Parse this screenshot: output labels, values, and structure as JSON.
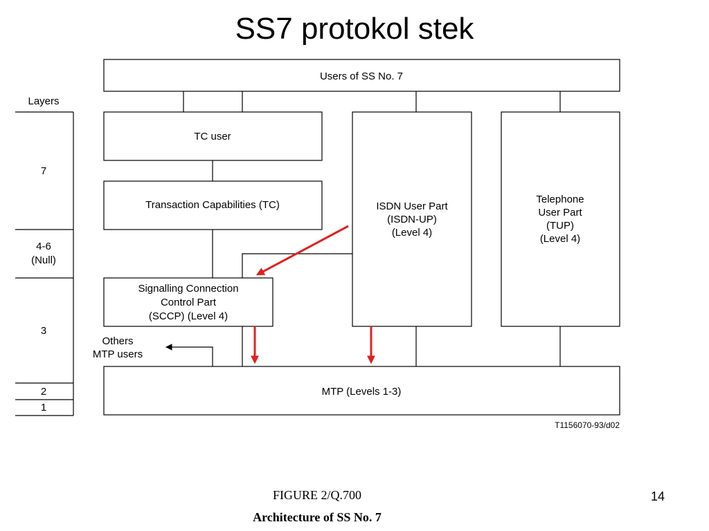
{
  "slide": {
    "title": "SS7 protokol stek",
    "figure_caption": "FIGURE  2/Q.700",
    "figure_subtitle": "Architecture of SS No. 7",
    "page_number": "14",
    "figure_code": "T1156070-93/d02"
  },
  "layers": {
    "header": "Layers",
    "rows": [
      {
        "label": "7"
      },
      {
        "label": "4-6",
        "sublabel": "(Null)"
      },
      {
        "label": "3"
      },
      {
        "label": "2"
      },
      {
        "label": "1"
      }
    ]
  },
  "boxes": {
    "users": "Users of SS No. 7",
    "tc_user": "TC user",
    "tc": "Transaction Capabilities (TC)",
    "sccp": [
      "Signalling Connection",
      "Control Part",
      "(SCCP) (Level 4)"
    ],
    "isdn": [
      "ISDN User Part",
      "(ISDN-UP)",
      "(Level 4)"
    ],
    "tup": [
      "Telephone",
      "User Part",
      "(TUP)",
      "(Level 4)"
    ],
    "mtp": "MTP (Levels 1-3)",
    "others": [
      "Others",
      "MTP users"
    ]
  },
  "colors": {
    "annotation_arrow": "#e02020",
    "line": "#000000"
  }
}
